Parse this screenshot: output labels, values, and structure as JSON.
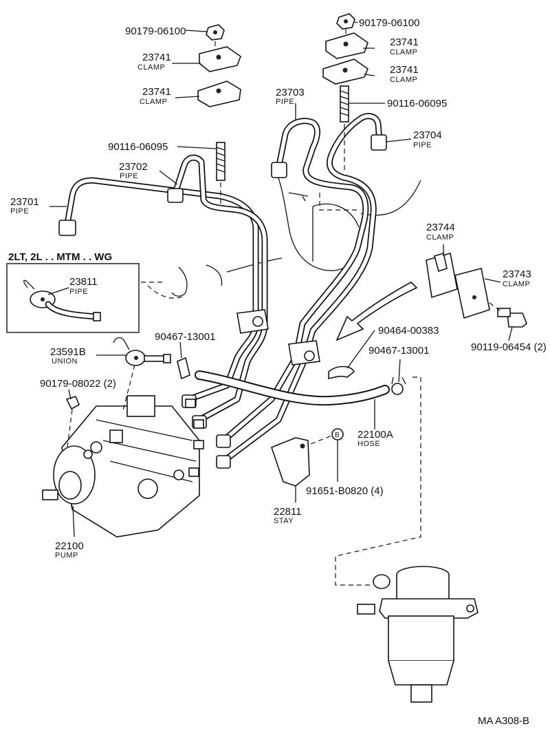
{
  "callouts": {
    "nut_top_left": {
      "num": "90179-06100"
    },
    "clamp_a": {
      "num": "23741",
      "name": "CLAMP"
    },
    "clamp_b": {
      "num": "23741",
      "name": "CLAMP"
    },
    "nut_top_right": {
      "num": "90179-06100"
    },
    "clamp_c": {
      "num": "23741",
      "name": "CLAMP"
    },
    "clamp_d": {
      "num": "23741",
      "name": "CLAMP"
    },
    "pipe_23703": {
      "num": "23703",
      "name": "PIPE"
    },
    "stud_right": {
      "num": "90116-06095"
    },
    "pipe_23704": {
      "num": "23704",
      "name": "PIPE"
    },
    "stud_left": {
      "num": "90116-06095"
    },
    "pipe_23702": {
      "num": "23702",
      "name": "PIPE"
    },
    "pipe_23701": {
      "num": "23701",
      "name": "PIPE"
    },
    "clamp_23744": {
      "num": "23744",
      "name": "CLAMP"
    },
    "clamp_23743": {
      "num": "23743",
      "name": "CLAMP"
    },
    "bolt_90119": {
      "num": "90119-06454 (2)"
    },
    "variant_box_title": "2LT, 2L . . MTM . . WG",
    "pipe_23811": {
      "num": "23811",
      "name": "PIPE"
    },
    "clip_left": {
      "num": "90467-13001"
    },
    "clip_90464": {
      "num": "90464-00383"
    },
    "clip_right": {
      "num": "90467-13001"
    },
    "union": {
      "num": "23591B",
      "name": "UNION"
    },
    "nut_90179_08022": {
      "num": "90179-08022 (2)"
    },
    "hose": {
      "num": "22100A",
      "name": "HOSE"
    },
    "bolt_91651": {
      "num": "91651-B0820 (4)",
      "marker": "B"
    },
    "stay": {
      "num": "22811",
      "name": "STAY"
    },
    "pump": {
      "num": "22100",
      "name": "PUMP"
    }
  },
  "diagram_code": "MA  A308-B"
}
